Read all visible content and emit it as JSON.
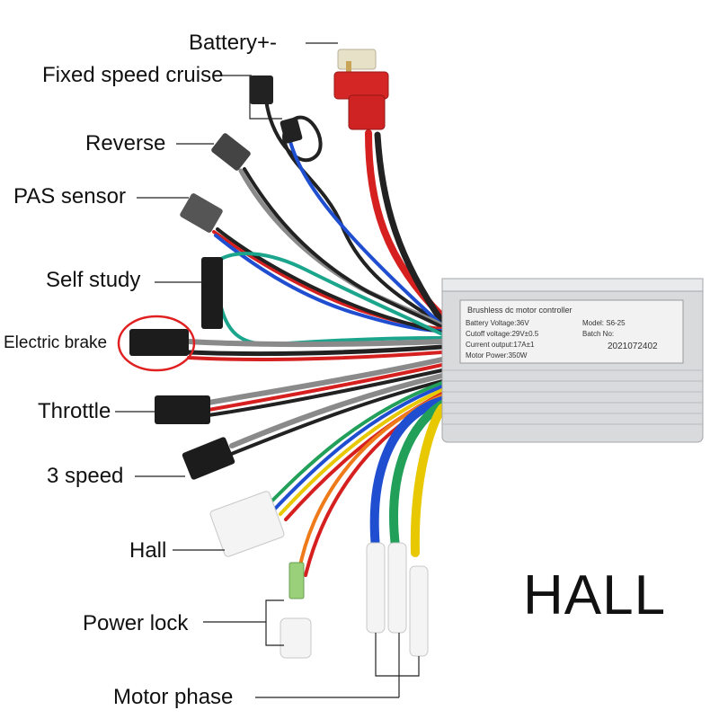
{
  "labels": {
    "battery": "Battery+-",
    "cruise": "Fixed speed cruise",
    "reverse": "Reverse",
    "pas": "PAS sensor",
    "self_study": "Self study",
    "brake": "Electric brake",
    "throttle": "Throttle",
    "speed3": "3 speed",
    "hall": "Hall",
    "power_lock": "Power lock",
    "motor_phase": "Motor phase"
  },
  "big_title": "HALL",
  "controller": {
    "header": "Brushless dc motor controller",
    "battery_voltage": "Battery Voltage:36V",
    "cutoff_voltage": "Cutoff voltage:29V±0.5",
    "current_output": "Current output:17A±1",
    "motor_power": "Motor Power:350W",
    "model": "Model: S6-25",
    "batch_label": "Batch No:",
    "batch_number": "2021072402"
  },
  "colors": {
    "highlight_circle": "#e02020",
    "body_aluminium": "#d8dadc",
    "wire_red": "#d62020",
    "wire_black": "#222222",
    "wire_blue": "#1f4fd0",
    "wire_green": "#22a05a",
    "wire_yellow": "#e8c800",
    "wire_orange": "#ef7a1a",
    "wire_gray": "#8a8a8a",
    "wire_teal": "#1aa58c"
  }
}
